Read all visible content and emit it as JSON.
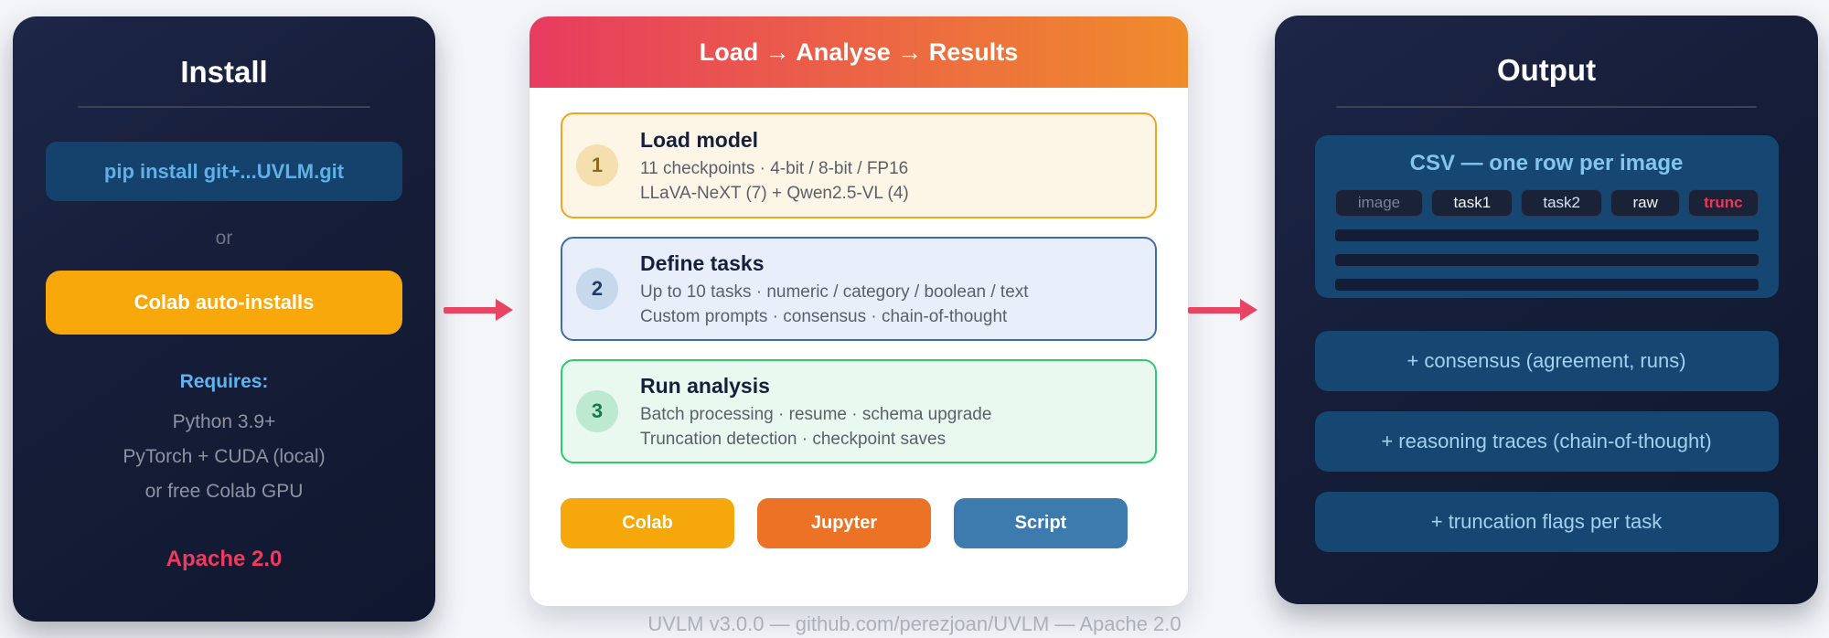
{
  "install_panel": {
    "title": "Install",
    "pip_command": "pip install git+...UVLM.git",
    "or_label": "or",
    "colab_button": "Colab auto-installs",
    "requires_title": "Requires:",
    "requirements": [
      "Python 3.9+",
      "PyTorch + CUDA (local)",
      "or free Colab GPU"
    ],
    "license": "Apache 2.0"
  },
  "pipeline_panel": {
    "title": "Load → Analyse → Results",
    "steps": [
      {
        "number": "1",
        "title": "Load model",
        "line1": "11 checkpoints · 4-bit / 8-bit / FP16",
        "line2": "LLaVA-NeXT (7) + Qwen2.5-VL (4)"
      },
      {
        "number": "2",
        "title": "Define tasks",
        "line1": "Up to 10 tasks · numeric / category / boolean / text",
        "line2": "Custom prompts · consensus · chain-of-thought"
      },
      {
        "number": "3",
        "title": "Run analysis",
        "line1": "Batch processing · resume · schema upgrade",
        "line2": "Truncation detection · checkpoint saves"
      }
    ],
    "buttons": [
      {
        "label": "Colab"
      },
      {
        "label": "Jupyter"
      },
      {
        "label": "Script"
      }
    ]
  },
  "output_panel": {
    "title": "Output",
    "csv_title": "CSV — one row per image",
    "csv_columns": [
      {
        "label": "image"
      },
      {
        "label": "task1"
      },
      {
        "label": "task2"
      },
      {
        "label": "raw"
      },
      {
        "label": "trunc"
      }
    ],
    "extras": [
      "+ consensus (agreement, runs)",
      "+ reasoning traces (chain-of-thought)",
      "+ truncation flags per task"
    ]
  },
  "footer": "UVLM v3.0.0 — github.com/perezjoan/UVLM — Apache 2.0",
  "colors": {
    "background": "#f4f5f9",
    "dark_panel": "#151d38",
    "arrow_pink": "#e84563",
    "header_gradient_left": "#e73b60",
    "header_gradient_right": "#f08c2b",
    "colab_yellow": "#f9a80b",
    "jupyter_orange": "#ec7226",
    "script_blue": "#3d7aad",
    "license_pink": "#ee3a5f",
    "info_blue": "#5db4f0",
    "step1_border": "#f0a51d",
    "step2_border": "#3d6da3",
    "step3_border": "#2bcb6e",
    "csv_box_blue": "#164672",
    "trunc_red": "#e9395b"
  }
}
